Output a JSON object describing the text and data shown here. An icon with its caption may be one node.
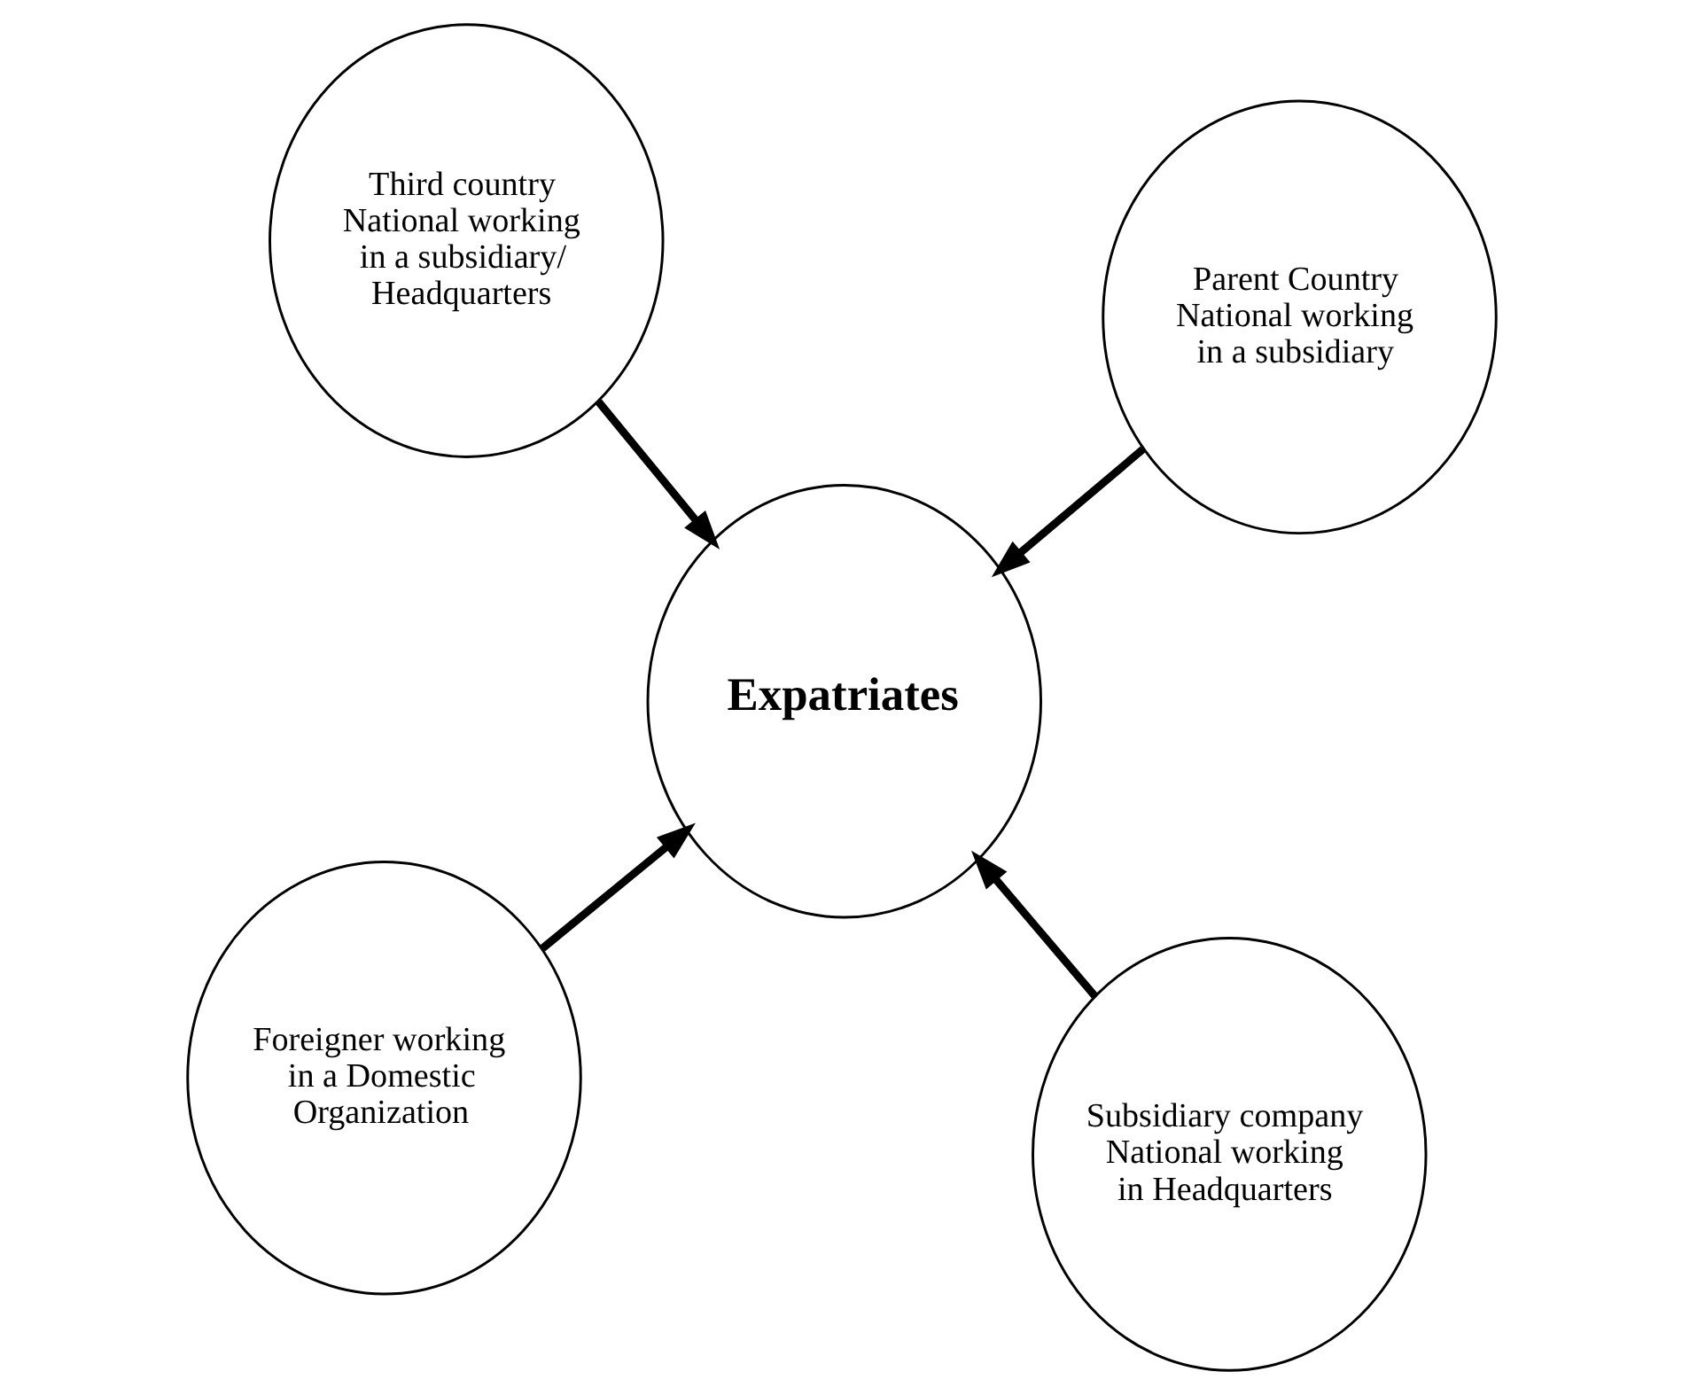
{
  "diagram": {
    "nodes": [
      {
        "text": [
          "Foreigner working in a Domestic Organization"
        ]
      },
      {
        "text": [
          "Subsidiary company National working in Headquarters"
        ]
      },
      {
        "text": [
          "Expatriates"
        ]
      },
      {
        "text": [
          "Third country National working in a subsidiary/ Headquarters"
        ]
      },
      {
        "text": [
          "Parent Country National working in a subsidiary"
        ]
      }
    ],
    "edges": [
      {
        "from": 0,
        "to": 2,
        "arrow": "to"
      },
      {
        "from": 1,
        "to": 2,
        "arrow": "to"
      },
      {
        "from": 3,
        "to": 2,
        "arrow": "to"
      },
      {
        "from": 4,
        "to": 2,
        "arrow": "to"
      }
    ]
  }
}
